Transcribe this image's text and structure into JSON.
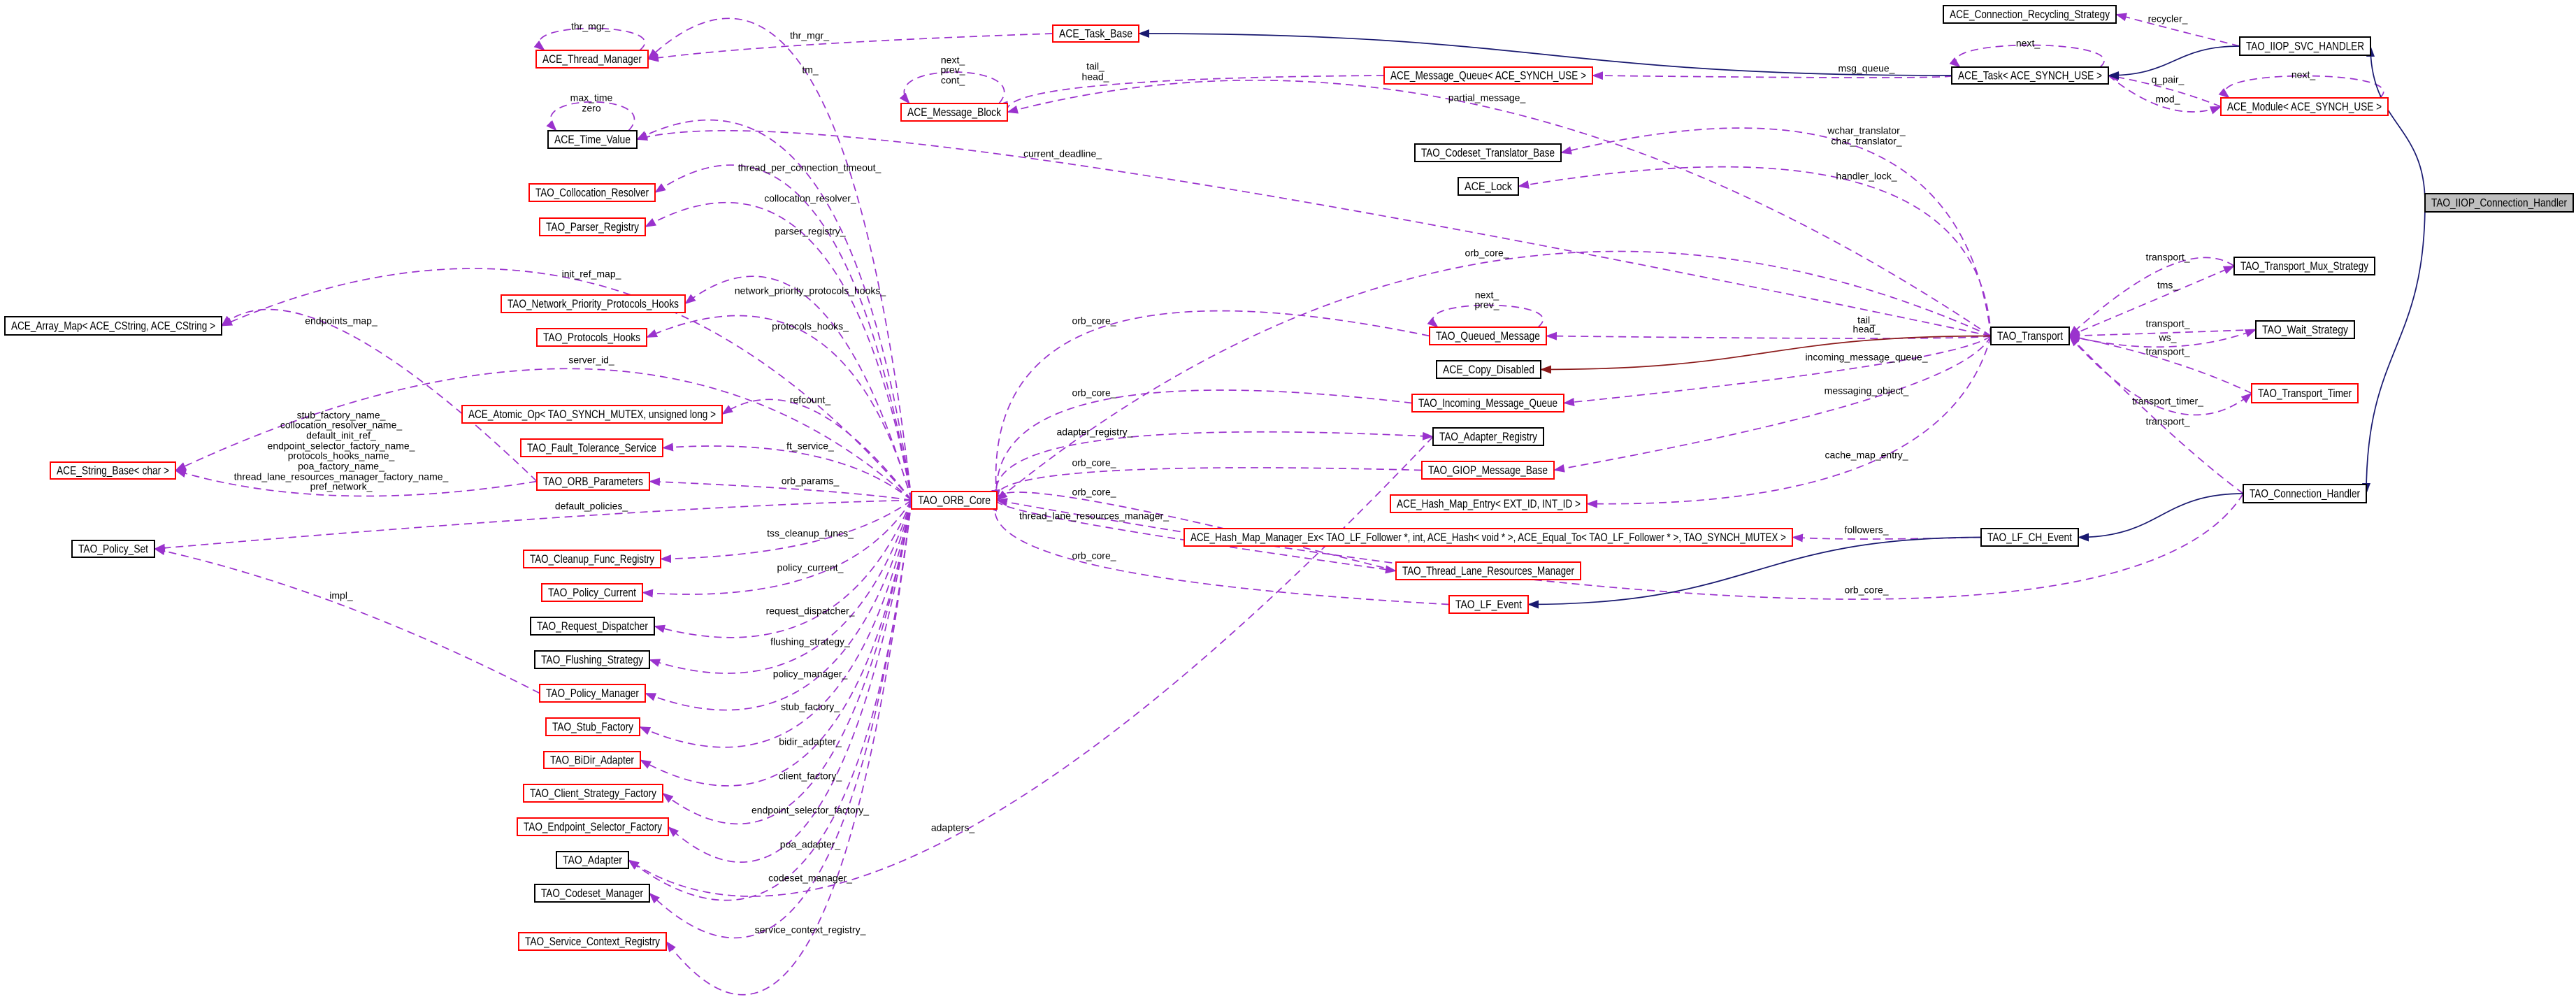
{
  "diagram": {
    "focus_class": "TAO_IIOP_Connection_Handler"
  },
  "colors": {
    "usage_edge": "#9a32cd",
    "inherit_edge": "#191970",
    "private_inherit_edge": "#8b1a1a",
    "undocumented_border": "#ff0000",
    "documented_border": "#000000",
    "focus_fill": "#bfbfbf"
  },
  "nodes": [
    {
      "id": "TM",
      "label": "ACE_Thread_Manager",
      "border": "#ff0000"
    },
    {
      "id": "TV",
      "label": "ACE_Time_Value",
      "border": "#000000"
    },
    {
      "id": "CR",
      "label": "TAO_Collocation_Resolver",
      "border": "#ff0000"
    },
    {
      "id": "PR",
      "label": "TAO_Parser_Registry",
      "border": "#ff0000"
    },
    {
      "id": "NP",
      "label": "TAO_Network_Priority_Protocols_Hooks",
      "border": "#ff0000"
    },
    {
      "id": "PH",
      "label": "TAO_Protocols_Hooks",
      "border": "#ff0000"
    },
    {
      "id": "AM",
      "label": "ACE_Array_Map< ACE_CString, ACE_CString >",
      "border": "#000000"
    },
    {
      "id": "SB",
      "label": "ACE_String_Base< char >",
      "border": "#ff0000"
    },
    {
      "id": "PS",
      "label": "TAO_Policy_Set",
      "border": "#000000"
    },
    {
      "id": "AO",
      "label": "ACE_Atomic_Op< TAO_SYNCH_MUTEX, unsigned long >",
      "border": "#ff0000"
    },
    {
      "id": "FT",
      "label": "TAO_Fault_Tolerance_Service",
      "border": "#ff0000"
    },
    {
      "id": "OP",
      "label": "TAO_ORB_Parameters",
      "border": "#ff0000"
    },
    {
      "id": "OC",
      "label": "TAO_ORB_Core",
      "border": "#ff0000"
    },
    {
      "id": "CF",
      "label": "TAO_Cleanup_Func_Registry",
      "border": "#ff0000"
    },
    {
      "id": "PC",
      "label": "TAO_Policy_Current",
      "border": "#ff0000"
    },
    {
      "id": "RD",
      "label": "TAO_Request_Dispatcher",
      "border": "#000000"
    },
    {
      "id": "FS",
      "label": "TAO_Flushing_Strategy",
      "border": "#000000"
    },
    {
      "id": "PM",
      "label": "TAO_Policy_Manager",
      "border": "#ff0000"
    },
    {
      "id": "SF",
      "label": "TAO_Stub_Factory",
      "border": "#ff0000"
    },
    {
      "id": "BA",
      "label": "TAO_BiDir_Adapter",
      "border": "#ff0000"
    },
    {
      "id": "CS",
      "label": "TAO_Client_Strategy_Factory",
      "border": "#ff0000"
    },
    {
      "id": "ES",
      "label": "TAO_Endpoint_Selector_Factory",
      "border": "#ff0000"
    },
    {
      "id": "AD",
      "label": "TAO_Adapter",
      "border": "#000000"
    },
    {
      "id": "CM",
      "label": "TAO_Codeset_Manager",
      "border": "#000000"
    },
    {
      "id": "SC",
      "label": "TAO_Service_Context_Registry",
      "border": "#ff0000"
    },
    {
      "id": "TB",
      "label": "ACE_Task_Base",
      "border": "#ff0000"
    },
    {
      "id": "MB",
      "label": "ACE_Message_Block",
      "border": "#ff0000"
    },
    {
      "id": "MQ",
      "label": "ACE_Message_Queue< ACE_SYNCH_USE >",
      "border": "#ff0000"
    },
    {
      "id": "CT",
      "label": "TAO_Codeset_Translator_Base",
      "border": "#000000"
    },
    {
      "id": "LK",
      "label": "ACE_Lock",
      "border": "#000000"
    },
    {
      "id": "QM",
      "label": "TAO_Queued_Message",
      "border": "#ff0000"
    },
    {
      "id": "CD",
      "label": "ACE_Copy_Disabled",
      "border": "#000000"
    },
    {
      "id": "IQ",
      "label": "TAO_Incoming_Message_Queue",
      "border": "#ff0000"
    },
    {
      "id": "AR",
      "label": "TAO_Adapter_Registry",
      "border": "#000000"
    },
    {
      "id": "GM",
      "label": "TAO_GIOP_Message_Base",
      "border": "#ff0000"
    },
    {
      "id": "HE",
      "label": "ACE_Hash_Map_Entry< EXT_ID, INT_ID >",
      "border": "#ff0000"
    },
    {
      "id": "HM",
      "label": "ACE_Hash_Map_Manager_Ex< TAO_LF_Follower *, int, ACE_Hash< void * >, ACE_Equal_To< TAO_LF_Follower * >, TAO_SYNCH_MUTEX >",
      "border": "#ff0000"
    },
    {
      "id": "TL",
      "label": "TAO_Thread_Lane_Resources_Manager",
      "border": "#ff0000"
    },
    {
      "id": "LE",
      "label": "TAO_LF_Event",
      "border": "#ff0000"
    },
    {
      "id": "RS",
      "label": "ACE_Connection_Recycling_Strategy",
      "border": "#000000"
    },
    {
      "id": "SV",
      "label": "TAO_IIOP_SVC_HANDLER",
      "border": "#000000"
    },
    {
      "id": "TK",
      "label": "ACE_Task< ACE_SYNCH_USE >",
      "border": "#000000"
    },
    {
      "id": "MO",
      "label": "ACE_Module< ACE_SYNCH_USE >",
      "border": "#ff0000"
    },
    {
      "id": "IC",
      "label": "TAO_IIOP_Connection_Handler",
      "border": "#000000",
      "focus": true
    },
    {
      "id": "TR",
      "label": "TAO_Transport",
      "border": "#000000"
    },
    {
      "id": "MX",
      "label": "TAO_Transport_Mux_Strategy",
      "border": "#000000"
    },
    {
      "id": "WS",
      "label": "TAO_Wait_Strategy",
      "border": "#000000"
    },
    {
      "id": "TT",
      "label": "TAO_Transport_Timer",
      "border": "#ff0000"
    },
    {
      "id": "CH",
      "label": "TAO_Connection_Handler",
      "border": "#000000"
    },
    {
      "id": "LC",
      "label": "TAO_LF_CH_Event",
      "border": "#000000"
    }
  ],
  "edge_labels": [
    "thr_mgr_",
    "thr_mgr_",
    "tm_",
    "max_time",
    "zero",
    "next_",
    "prev_",
    "cont_",
    "tail_",
    "head_",
    "current_deadline_",
    "thread_per_connection_timeout_",
    "collocation_resolver_",
    "parser_registry_",
    "init_ref_map_",
    "network_priority_protocols_hooks_",
    "protocols_hooks_",
    "endpoints_map_",
    "server_id_",
    "refcount_",
    "stub_factory_name_",
    "collocation_resolver_name_",
    "default_init_ref_",
    "endpoint_selector_factory_name_",
    "protocols_hooks_name_",
    "poa_factory_name_",
    "thread_lane_resources_manager_factory_name_",
    "pref_network_",
    "ft_service_",
    "orb_params_",
    "default_policies_",
    "tss_cleanup_funcs_",
    "policy_current_",
    "request_dispatcher_",
    "flushing_strategy_",
    "impl_",
    "policy_manager_",
    "stub_factory_",
    "bidir_adapter_",
    "client_factory_",
    "endpoint_selector_factory_",
    "poa_adapter_",
    "codeset_manager_",
    "service_context_registry_",
    "adapters_",
    "orb_core_",
    "orb_core_",
    "adapter_registry_",
    "orb_core_",
    "orb_core_",
    "thread_lane_resources_manager_",
    "orb_core_",
    "msg_queue_",
    "partial_message_",
    "wchar_translator_",
    "char_translator_",
    "handler_lock_",
    "orb_core_",
    "next_",
    "prev_",
    "tail_",
    "head_",
    "incoming_message_queue_",
    "messaging_object_",
    "cache_map_entry_",
    "followers_",
    "orb_core_",
    "recycler_",
    "next_",
    "q_pair_",
    "mod_",
    "next_",
    "transport_",
    "tms_",
    "transport_",
    "ws_",
    "transport_",
    "transport_timer_",
    "transport_"
  ],
  "edges": [
    {
      "from": "TB",
      "to": "TM",
      "kind": "usage",
      "label": 1
    },
    {
      "from": "OC",
      "to": "TM",
      "kind": "usage",
      "label": 2
    },
    {
      "from": "TR",
      "to": "TV",
      "kind": "usage",
      "label": 10
    },
    {
      "from": "OC",
      "to": "TV",
      "kind": "usage",
      "label": 11
    },
    {
      "from": "OC",
      "to": "CR",
      "kind": "usage",
      "label": 12
    },
    {
      "from": "OC",
      "to": "PR",
      "kind": "usage",
      "label": 13
    },
    {
      "from": "OC",
      "to": "AM",
      "kind": "usage",
      "label": 14
    },
    {
      "from": "OC",
      "to": "NP",
      "kind": "usage",
      "label": 15
    },
    {
      "from": "OC",
      "to": "PH",
      "kind": "usage",
      "label": 16
    },
    {
      "from": "OP",
      "to": "AM",
      "kind": "usage",
      "label": 17
    },
    {
      "from": "OC",
      "to": "SB",
      "kind": "usage",
      "label": 18
    },
    {
      "from": "OC",
      "to": "AO",
      "kind": "usage",
      "label": 19
    },
    {
      "from": "OP",
      "to": "SB",
      "kind": "usage",
      "label": 27
    },
    {
      "from": "OC",
      "to": "FT",
      "kind": "usage",
      "label": 28
    },
    {
      "from": "OC",
      "to": "OP",
      "kind": "usage",
      "label": 29
    },
    {
      "from": "OC",
      "to": "PS",
      "kind": "usage",
      "label": 30
    },
    {
      "from": "OC",
      "to": "CF",
      "kind": "usage",
      "label": 31
    },
    {
      "from": "OC",
      "to": "PC",
      "kind": "usage",
      "label": 32
    },
    {
      "from": "OC",
      "to": "RD",
      "kind": "usage",
      "label": 33
    },
    {
      "from": "OC",
      "to": "FS",
      "kind": "usage",
      "label": 34
    },
    {
      "from": "PM",
      "to": "PS",
      "kind": "usage",
      "label": 35
    },
    {
      "from": "OC",
      "to": "PM",
      "kind": "usage",
      "label": 36
    },
    {
      "from": "OC",
      "to": "SF",
      "kind": "usage",
      "label": 37
    },
    {
      "from": "OC",
      "to": "BA",
      "kind": "usage",
      "label": 38
    },
    {
      "from": "OC",
      "to": "CS",
      "kind": "usage",
      "label": 39
    },
    {
      "from": "OC",
      "to": "ES",
      "kind": "usage",
      "label": 40
    },
    {
      "from": "OC",
      "to": "AD",
      "kind": "usage",
      "label": 41
    },
    {
      "from": "OC",
      "to": "CM",
      "kind": "usage",
      "label": 42
    },
    {
      "from": "OC",
      "to": "SC",
      "kind": "usage",
      "label": 43
    },
    {
      "from": "AR",
      "to": "AD",
      "kind": "usage",
      "label": 44
    },
    {
      "from": "QM",
      "to": "OC",
      "kind": "usage",
      "label": 45
    },
    {
      "from": "IQ",
      "to": "OC",
      "kind": "usage",
      "label": 46
    },
    {
      "from": "OC",
      "to": "AR",
      "kind": "usage",
      "label": 47
    },
    {
      "from": "GM",
      "to": "OC",
      "kind": "usage",
      "label": 48
    },
    {
      "from": "TL",
      "to": "OC",
      "kind": "usage",
      "label": 49
    },
    {
      "from": "OC",
      "to": "TL",
      "kind": "usage",
      "label": 50
    },
    {
      "from": "LE",
      "to": "OC",
      "kind": "usage",
      "label": 51
    },
    {
      "from": "MQ",
      "to": "MB",
      "kind": "usage",
      "label": 9
    },
    {
      "from": "TK",
      "to": "MQ",
      "kind": "usage",
      "label": 52
    },
    {
      "from": "TR",
      "to": "MB",
      "kind": "usage",
      "label": 53
    },
    {
      "from": "TR",
      "to": "CT",
      "kind": "usage",
      "label": 55
    },
    {
      "from": "TR",
      "to": "LK",
      "kind": "usage",
      "label": 56
    },
    {
      "from": "TR",
      "to": "OC",
      "kind": "usage",
      "label": 57
    },
    {
      "from": "TR",
      "to": "QM",
      "kind": "usage",
      "label": 61
    },
    {
      "from": "TR",
      "to": "IQ",
      "kind": "usage",
      "label": 62
    },
    {
      "from": "TR",
      "to": "GM",
      "kind": "usage",
      "label": 63
    },
    {
      "from": "TR",
      "to": "HE",
      "kind": "usage",
      "label": 64
    },
    {
      "from": "LC",
      "to": "HM",
      "kind": "usage",
      "label": 65
    },
    {
      "from": "CH",
      "to": "OC",
      "kind": "usage",
      "label": 66
    },
    {
      "from": "SV",
      "to": "RS",
      "kind": "usage",
      "label": 67
    },
    {
      "from": "MO",
      "to": "TK",
      "kind": "usage",
      "label": 69
    },
    {
      "from": "TK",
      "to": "MO",
      "kind": "usage",
      "label": 70
    },
    {
      "from": "MX",
      "to": "TR",
      "kind": "usage",
      "label": 72
    },
    {
      "from": "TR",
      "to": "MX",
      "kind": "usage",
      "label": 73
    },
    {
      "from": "WS",
      "to": "TR",
      "kind": "usage",
      "label": 74
    },
    {
      "from": "TR",
      "to": "WS",
      "kind": "usage",
      "label": 75
    },
    {
      "from": "TT",
      "to": "TR",
      "kind": "usage",
      "label": 76
    },
    {
      "from": "TR",
      "to": "TT",
      "kind": "usage",
      "label": 77
    },
    {
      "from": "CH",
      "to": "TR",
      "kind": "usage",
      "label": 78
    },
    {
      "from": "TM",
      "to": "TM",
      "kind": "self",
      "label": 0
    },
    {
      "from": "TV",
      "to": "TV",
      "kind": "self",
      "label": 3
    },
    {
      "from": "MB",
      "to": "MB",
      "kind": "self",
      "label": 5
    },
    {
      "from": "QM",
      "to": "QM",
      "kind": "self",
      "label": 58
    },
    {
      "from": "TK",
      "to": "TK",
      "kind": "self",
      "label": 68
    },
    {
      "from": "MO",
      "to": "MO",
      "kind": "self",
      "label": 71
    },
    {
      "from": "TK",
      "to": "TB",
      "kind": "inherit"
    },
    {
      "from": "SV",
      "to": "TK",
      "kind": "inherit"
    },
    {
      "from": "IC",
      "to": "SV",
      "kind": "inherit"
    },
    {
      "from": "IC",
      "to": "CH",
      "kind": "inherit"
    },
    {
      "from": "CH",
      "to": "LC",
      "kind": "inherit"
    },
    {
      "from": "LC",
      "to": "LE",
      "kind": "inherit"
    },
    {
      "from": "TR",
      "to": "CD",
      "kind": "private"
    }
  ]
}
